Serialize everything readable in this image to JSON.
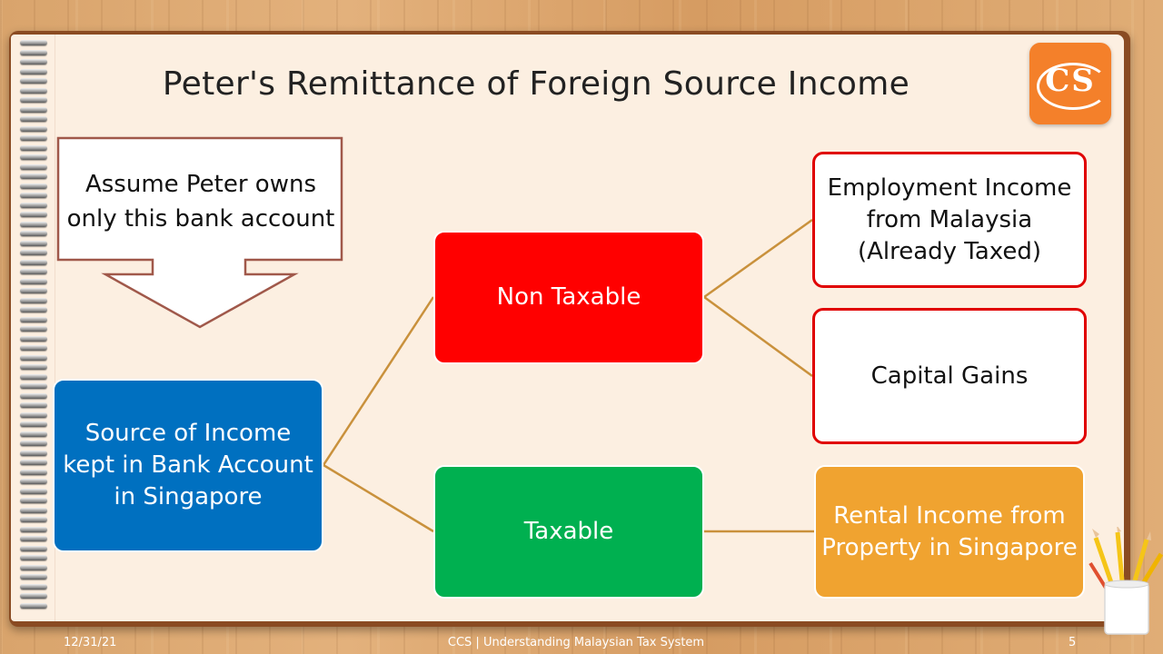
{
  "slide": {
    "title": "Peter's Remittance of Foreign Source Income",
    "logo_text": "CS"
  },
  "callout": {
    "line1": "Assume Peter owns",
    "line2": "only this bank account"
  },
  "diagram": {
    "source": {
      "line1": "Source of Income",
      "line2": "kept in Bank Account",
      "line3": "in Singapore"
    },
    "non_taxable": {
      "label": "Non Taxable"
    },
    "taxable": {
      "label": "Taxable"
    },
    "employment": {
      "line1": "Employment Income",
      "line2": "from Malaysia",
      "line3": "(Already Taxed)"
    },
    "capital_gains": {
      "label": "Capital Gains"
    },
    "rental": {
      "line1": "Rental Income from",
      "line2": "Property in Singapore"
    }
  },
  "colors": {
    "source_box": "#0070c0",
    "non_taxable_box": "#ff0000",
    "taxable_box": "#00b050",
    "rental_box": "#f0a330",
    "connector": "#c9913c",
    "outline_border": "#e00000",
    "logo": "#f4802a"
  },
  "footer": {
    "date": "12/31/21",
    "center": "CCS | Understanding Malaysian Tax System",
    "page": "5"
  }
}
